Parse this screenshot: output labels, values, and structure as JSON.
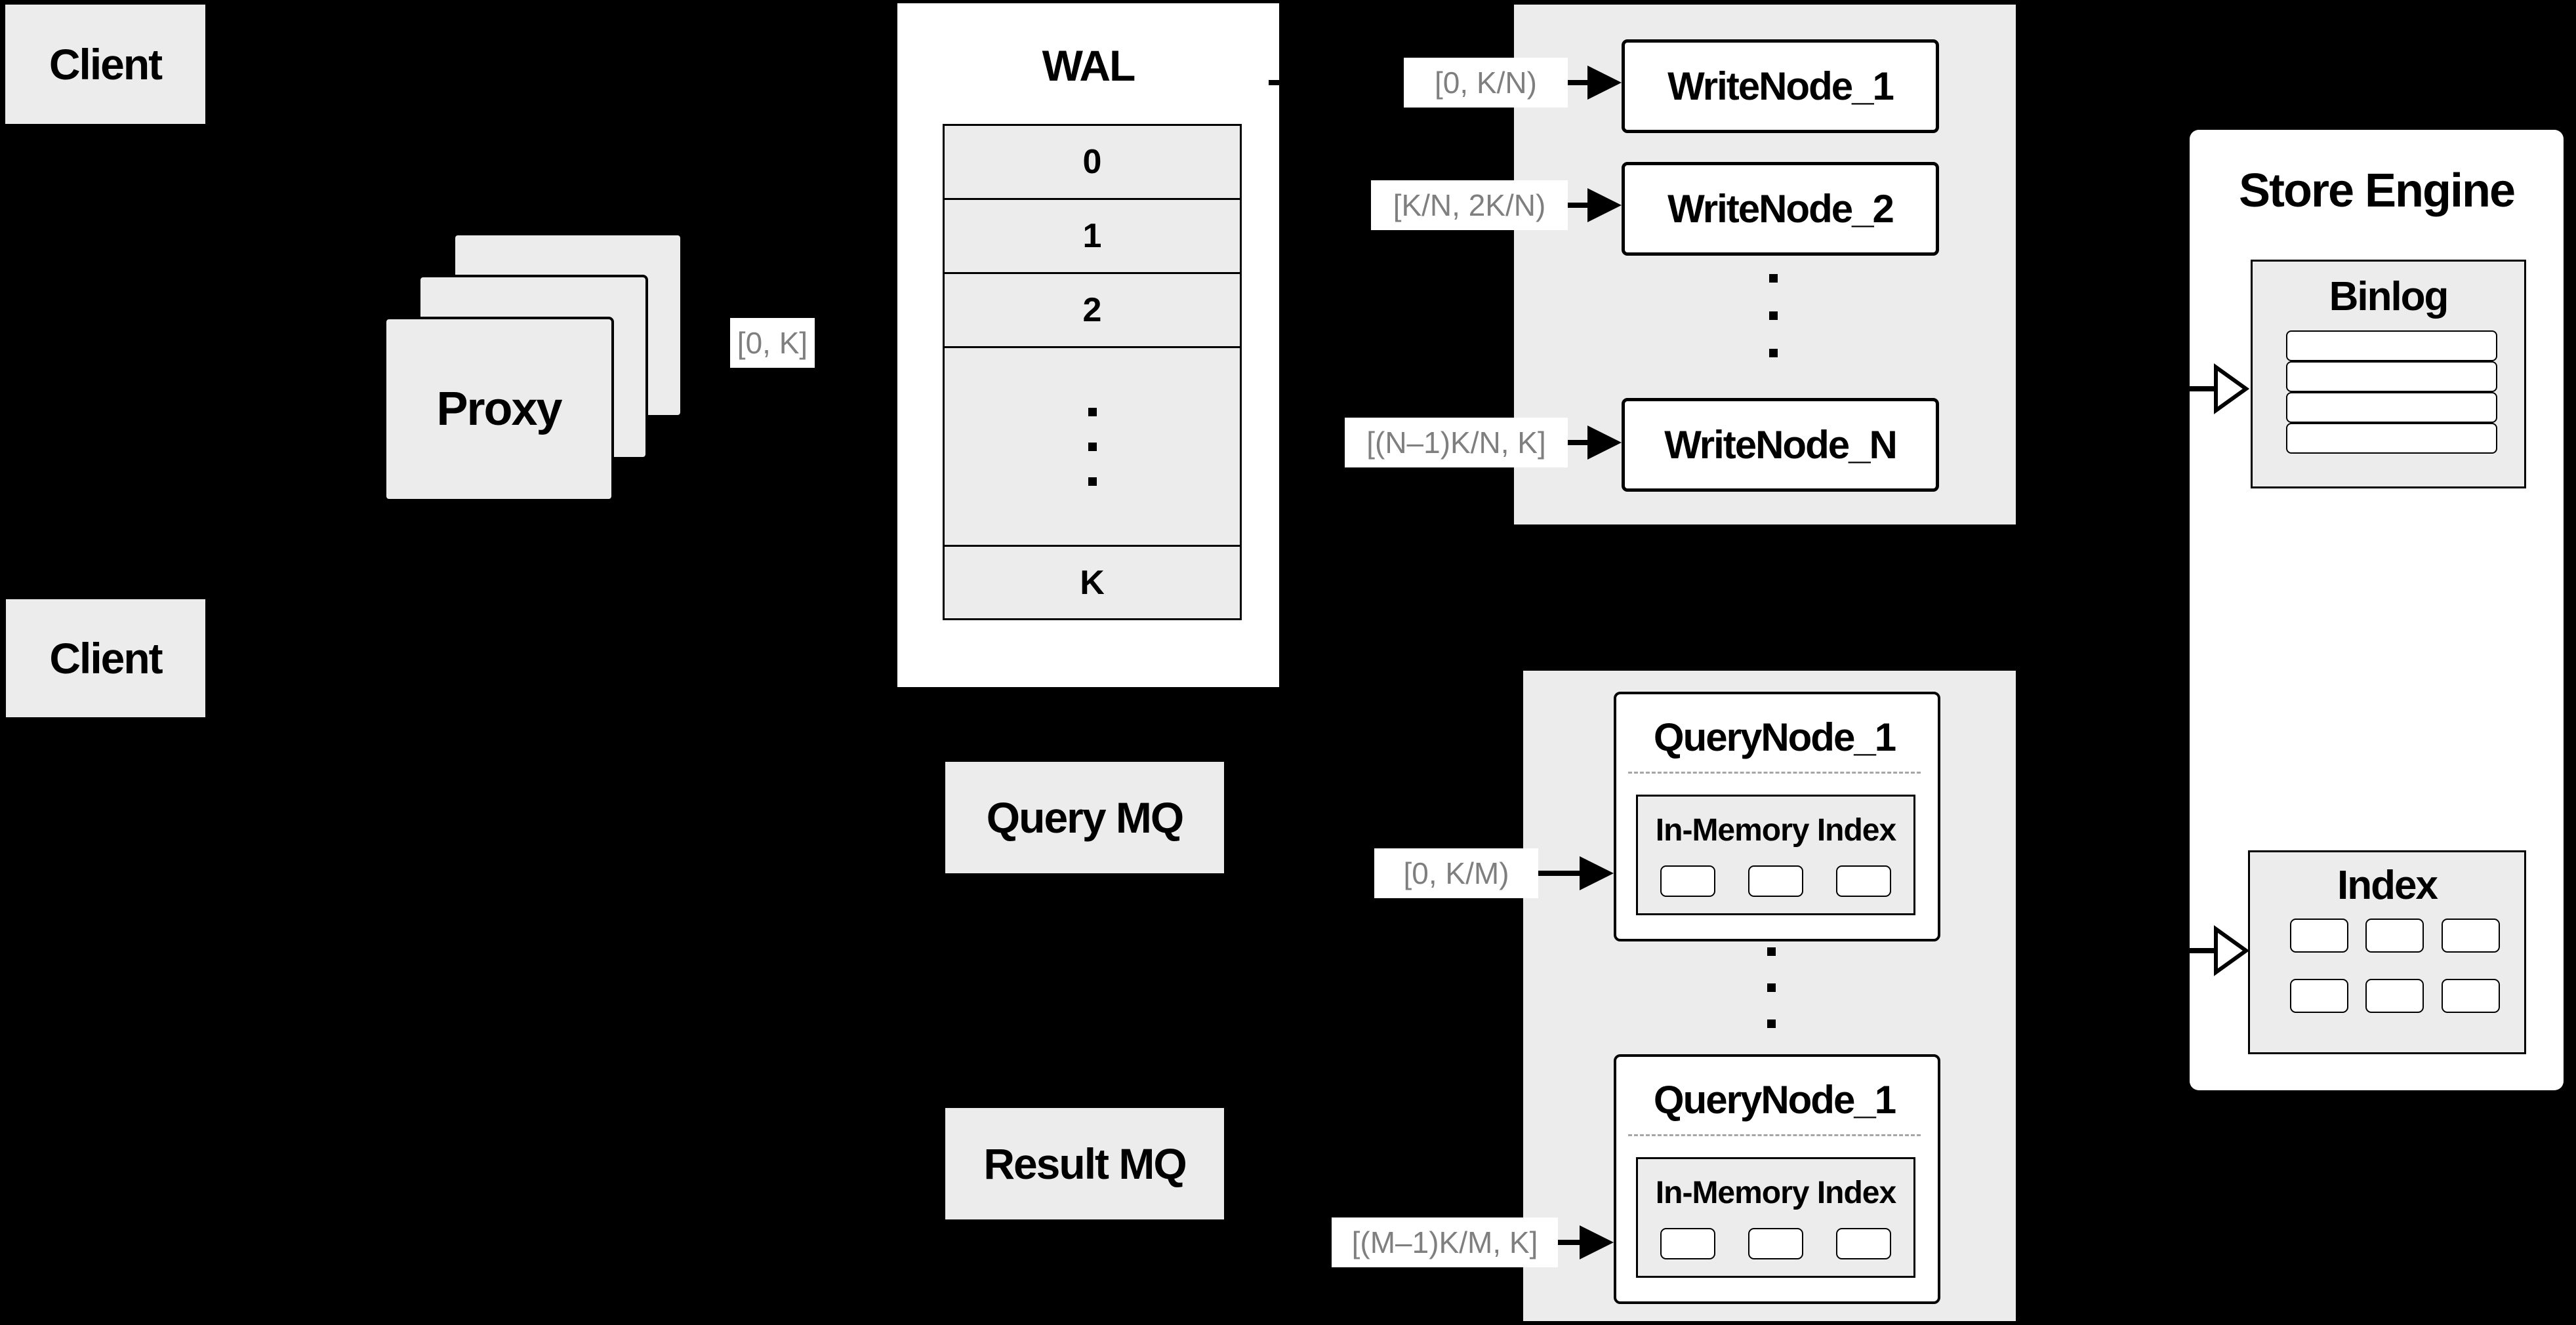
{
  "colors": {
    "background": "#000000",
    "box_gray": "#ececec",
    "box_white": "#ffffff",
    "line_black": "#000000",
    "range_label_text": "#7f7f7f",
    "dashed_separator": "#a6a6a6"
  },
  "nodes": {
    "client_top": "Client",
    "client_bottom": "Client",
    "proxy": "Proxy",
    "query_mq": "Query MQ",
    "result_mq": "Result MQ"
  },
  "wal": {
    "title": "WAL",
    "segments": [
      "0",
      "1",
      "2",
      "K"
    ]
  },
  "ranges": {
    "proxy": "[0, K]",
    "write": [
      "[0, K/N)",
      "[K/N, 2K/N)",
      "[(N–1)K/N, K]"
    ],
    "query": [
      "[0, K/M)",
      "[(M–1)K/M, K]"
    ]
  },
  "write_nodes": [
    "WriteNode_1",
    "WriteNode_2",
    "WriteNode_N"
  ],
  "store": {
    "title": "Store Engine",
    "binlog_title": "Binlog",
    "index_title": "Index"
  },
  "query_nodes": [
    {
      "title": "QueryNode_1",
      "inner_title": "In-Memory Index"
    },
    {
      "title": "QueryNode_1",
      "inner_title": "In-Memory Index"
    }
  ]
}
